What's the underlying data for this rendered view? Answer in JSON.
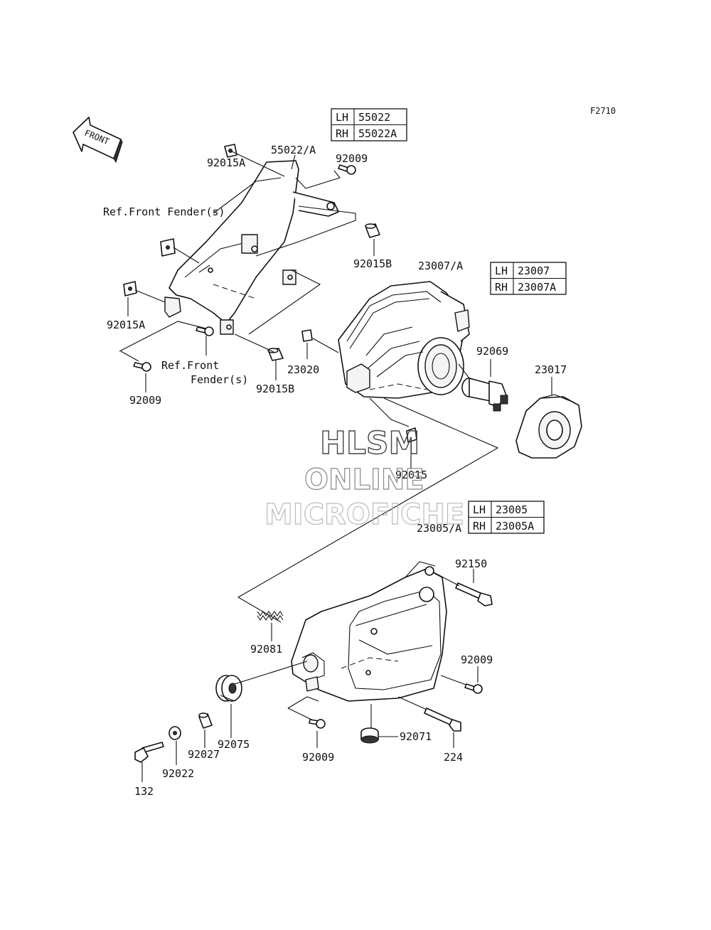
{
  "figure_code": "F2710",
  "front_arrow_text": "FRONT",
  "watermark": {
    "line1": "HLSM",
    "line2": "ONLINE",
    "line3": "MICROFICHE"
  },
  "tables": {
    "cover": {
      "rows": [
        {
          "side": "LH",
          "part": "55022"
        },
        {
          "side": "RH",
          "part": "55022A"
        }
      ]
    },
    "lens": {
      "rows": [
        {
          "side": "LH",
          "part": "23007"
        },
        {
          "side": "RH",
          "part": "23007A"
        }
      ]
    },
    "housing": {
      "rows": [
        {
          "side": "LH",
          "part": "23005"
        },
        {
          "side": "RH",
          "part": "23005A"
        }
      ]
    }
  },
  "labels": {
    "p55022a": "55022/A",
    "p92009_top": "92009",
    "p92015a_top": "92015A",
    "ref_fender_1": "Ref.Front Fender(s)",
    "p92015b_top": "92015B",
    "p23007a": "23007/A",
    "p92015a_left": "92015A",
    "p92009_left": "92009",
    "ref_fender_2a": "Ref.Front",
    "ref_fender_2b": "Fender(s)",
    "p92015b_mid": "92015B",
    "p23020": "23020",
    "p92069": "92069",
    "p23017": "23017",
    "p92015": "92015",
    "p23005a": "23005/A",
    "p92150": "92150",
    "p92081": "92081",
    "p92009_right": "92009",
    "p92075": "92075",
    "p92027": "92027",
    "p92022": "92022",
    "p132": "132",
    "p92009_bottom": "92009",
    "p92071": "92071",
    "p224": "224"
  }
}
